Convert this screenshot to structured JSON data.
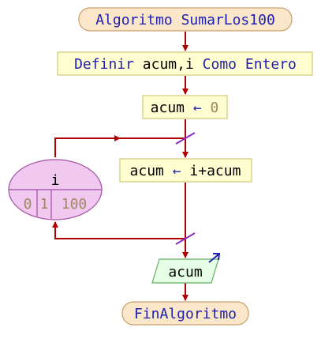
{
  "diagram": {
    "start": {
      "label": "Algoritmo SumarLos100"
    },
    "define": {
      "keyword": "Definir",
      "vars": " acum,i ",
      "como": "Como",
      "type": "Entero"
    },
    "assign1": {
      "var": "acum ",
      "arrow": "←",
      "value": " 0"
    },
    "loop": {
      "var": "i",
      "start": "0",
      "step": "1",
      "end": "100",
      "body": {
        "target": "acum ",
        "arrow": "←",
        "expr": " i+acum"
      }
    },
    "output": {
      "label": "acum"
    },
    "end": {
      "label": "FinAlgoritmo"
    }
  },
  "colors": {
    "line": "#b00000",
    "terminal_fill": "#fae6c8",
    "terminal_stroke": "#c8a06e",
    "process_fill": "#ffffd2",
    "process_stroke": "#d2c878",
    "loop_fill": "#f0c8f0",
    "loop_stroke": "#a050a0",
    "output_fill": "#e6ffe6",
    "output_stroke": "#60b060",
    "keyword": "#2020b0",
    "number": "#a08860",
    "tick": "#8c2cc8"
  }
}
